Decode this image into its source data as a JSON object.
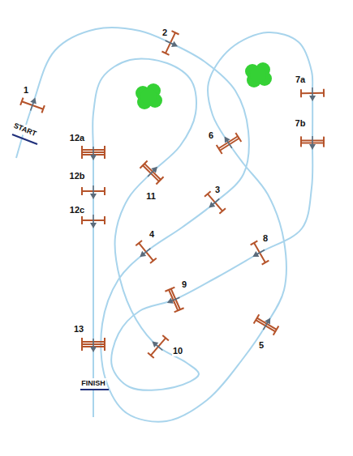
{
  "diagram": {
    "labels": [
      "START",
      "1",
      "2",
      "7a",
      "12a",
      "7b",
      "6",
      "12b",
      "3",
      "11",
      "12c",
      "4",
      "8",
      "9",
      "13",
      "10",
      "5",
      "FINISH"
    ]
  }
}
